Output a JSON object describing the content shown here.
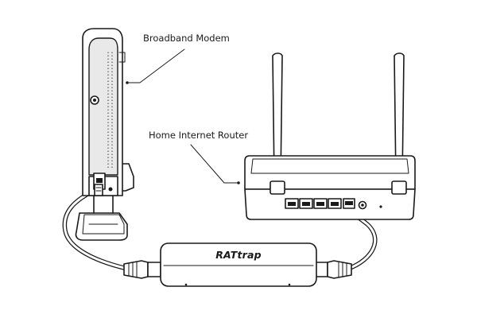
{
  "labels": {
    "modem": "Broadband Modem",
    "router": "Home Internet Router",
    "device": "RATtrap"
  },
  "colors": {
    "line": "#1a1a1a",
    "background": "#ffffff",
    "shade": "#e9e9e9"
  }
}
